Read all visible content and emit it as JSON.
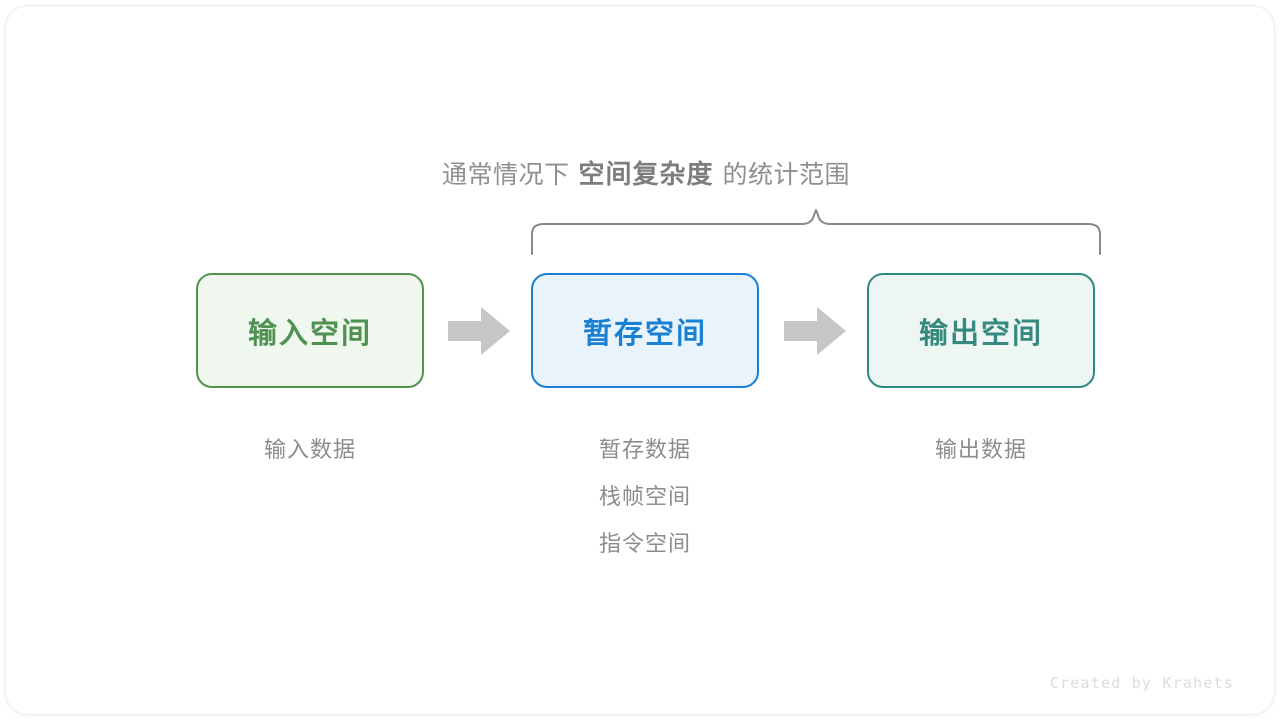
{
  "figure": {
    "caption": {
      "prefix": "通常情况下",
      "emphasis": "空间复杂度",
      "suffix": "的统计范围"
    },
    "brace": {
      "name": "curly-brace",
      "color": "#8a8a8a",
      "spans_boxes": [
        "暂存空间",
        "输出空间"
      ]
    },
    "boxes": [
      {
        "id": "input",
        "title": "输入空间",
        "border_color": "#52944f",
        "fill_color": "#f0f7ef",
        "text_color": "#4e9150",
        "labels": [
          "输入数据"
        ]
      },
      {
        "id": "temp",
        "title": "暂存空间",
        "border_color": "#1a80d4",
        "fill_color": "#e8f3fc",
        "text_color": "#1a80d4",
        "labels": [
          "暂存数据",
          "栈帧空间",
          "指令空间"
        ]
      },
      {
        "id": "output",
        "title": "输出空间",
        "border_color": "#2f8b82",
        "fill_color": "#eef6f4",
        "text_color": "#35897f",
        "labels": [
          "输出数据"
        ]
      }
    ],
    "arrows": [
      {
        "id": "arrow-1",
        "from": "输入空间",
        "to": "暂存空间",
        "color": "#c6c6c6"
      },
      {
        "id": "arrow-2",
        "from": "暂存空间",
        "to": "输出空间",
        "color": "#c6c6c6"
      }
    ],
    "watermark": "Created by Krahets"
  }
}
